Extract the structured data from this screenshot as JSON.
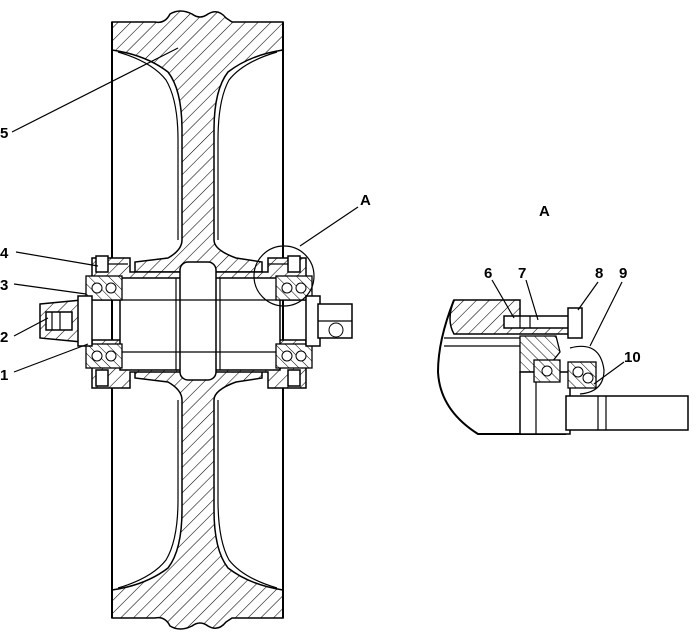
{
  "labels": {
    "l1": "1",
    "l2": "2",
    "l3": "3",
    "l4": "4",
    "l5": "5",
    "l6": "6",
    "l7": "7",
    "l8": "8",
    "l9": "9",
    "l10": "10",
    "section_ref": "A",
    "detail_title": "A"
  }
}
